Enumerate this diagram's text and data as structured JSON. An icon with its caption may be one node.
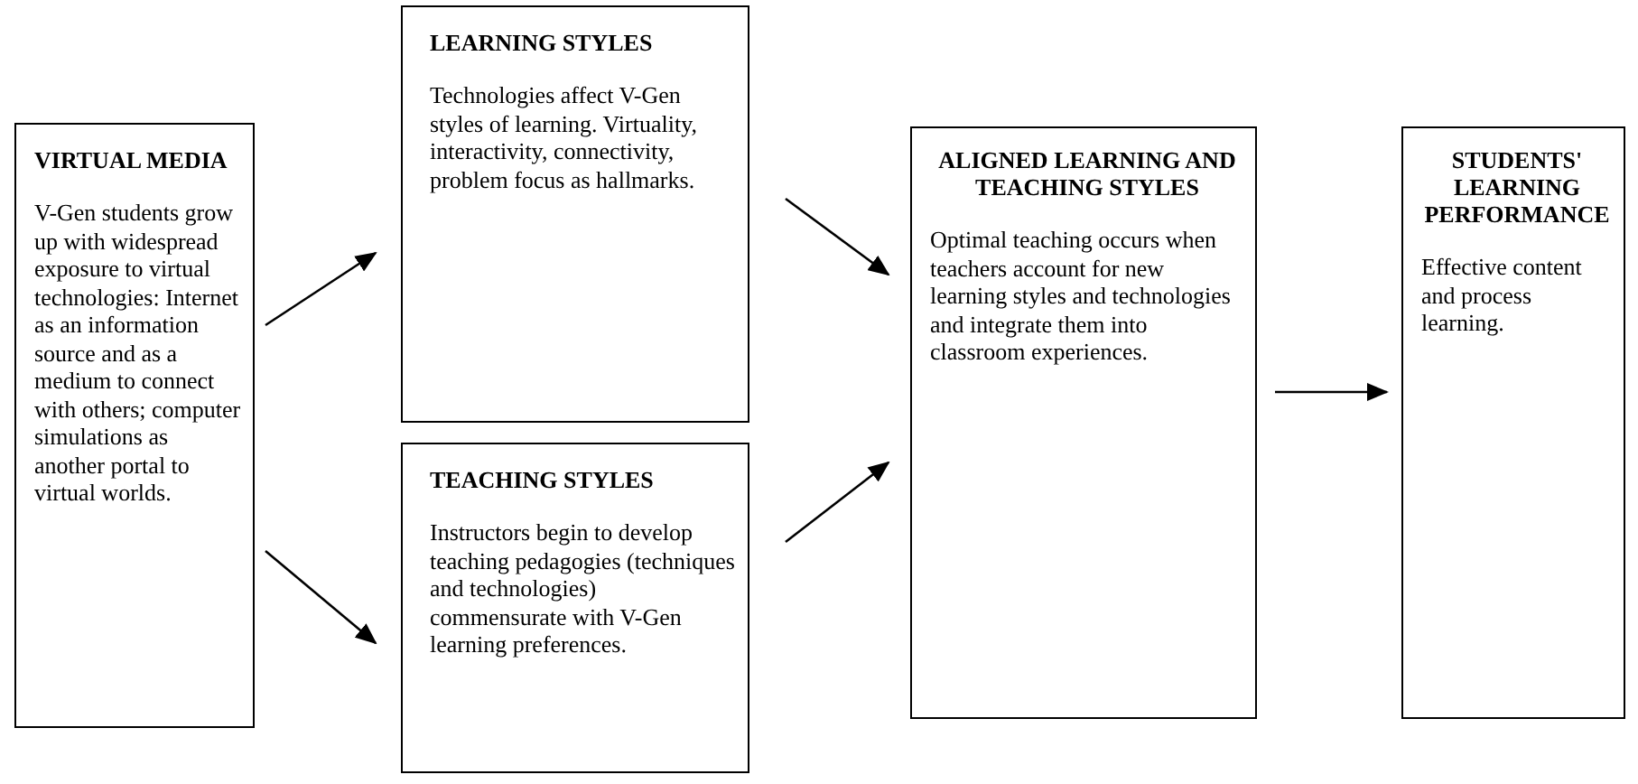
{
  "diagram": {
    "nodes": [
      {
        "text": [
          "VIRTUAL MEDIA",
          "V-Gen students grow up with widespread exposure to virtual technologies: Internet as an information source and as a medium to connect with others; computer simulations as another portal to virtual worlds."
        ]
      },
      {
        "text": [
          "LEARNING STYLES",
          "Technologies affect V-Gen styles of learning. Virtuality, interactivity, connectivity, problem focus as hallmarks."
        ]
      },
      {
        "text": [
          "TEACHING STYLES",
          "Instructors begin to develop teaching pedagogies (techniques and technologies) commensurate with V-Gen learning preferences."
        ]
      },
      {
        "text": [
          "ALIGNED LEARNING AND TEACHING STYLES",
          "Optimal teaching occurs when teachers account for new learning styles and technologies and integrate them into classroom experiences."
        ]
      },
      {
        "text": [
          "STUDENTS' LEARNING PERFORMANCE",
          "Effective content and process learning."
        ]
      }
    ],
    "edges": [
      {
        "from": 0,
        "to": 1,
        "arrow": "to"
      },
      {
        "from": 0,
        "to": 2,
        "arrow": "to"
      },
      {
        "from": 1,
        "to": 3,
        "arrow": "to"
      },
      {
        "from": 2,
        "to": 3,
        "arrow": "to"
      },
      {
        "from": 3,
        "to": 4,
        "arrow": "to"
      }
    ]
  }
}
